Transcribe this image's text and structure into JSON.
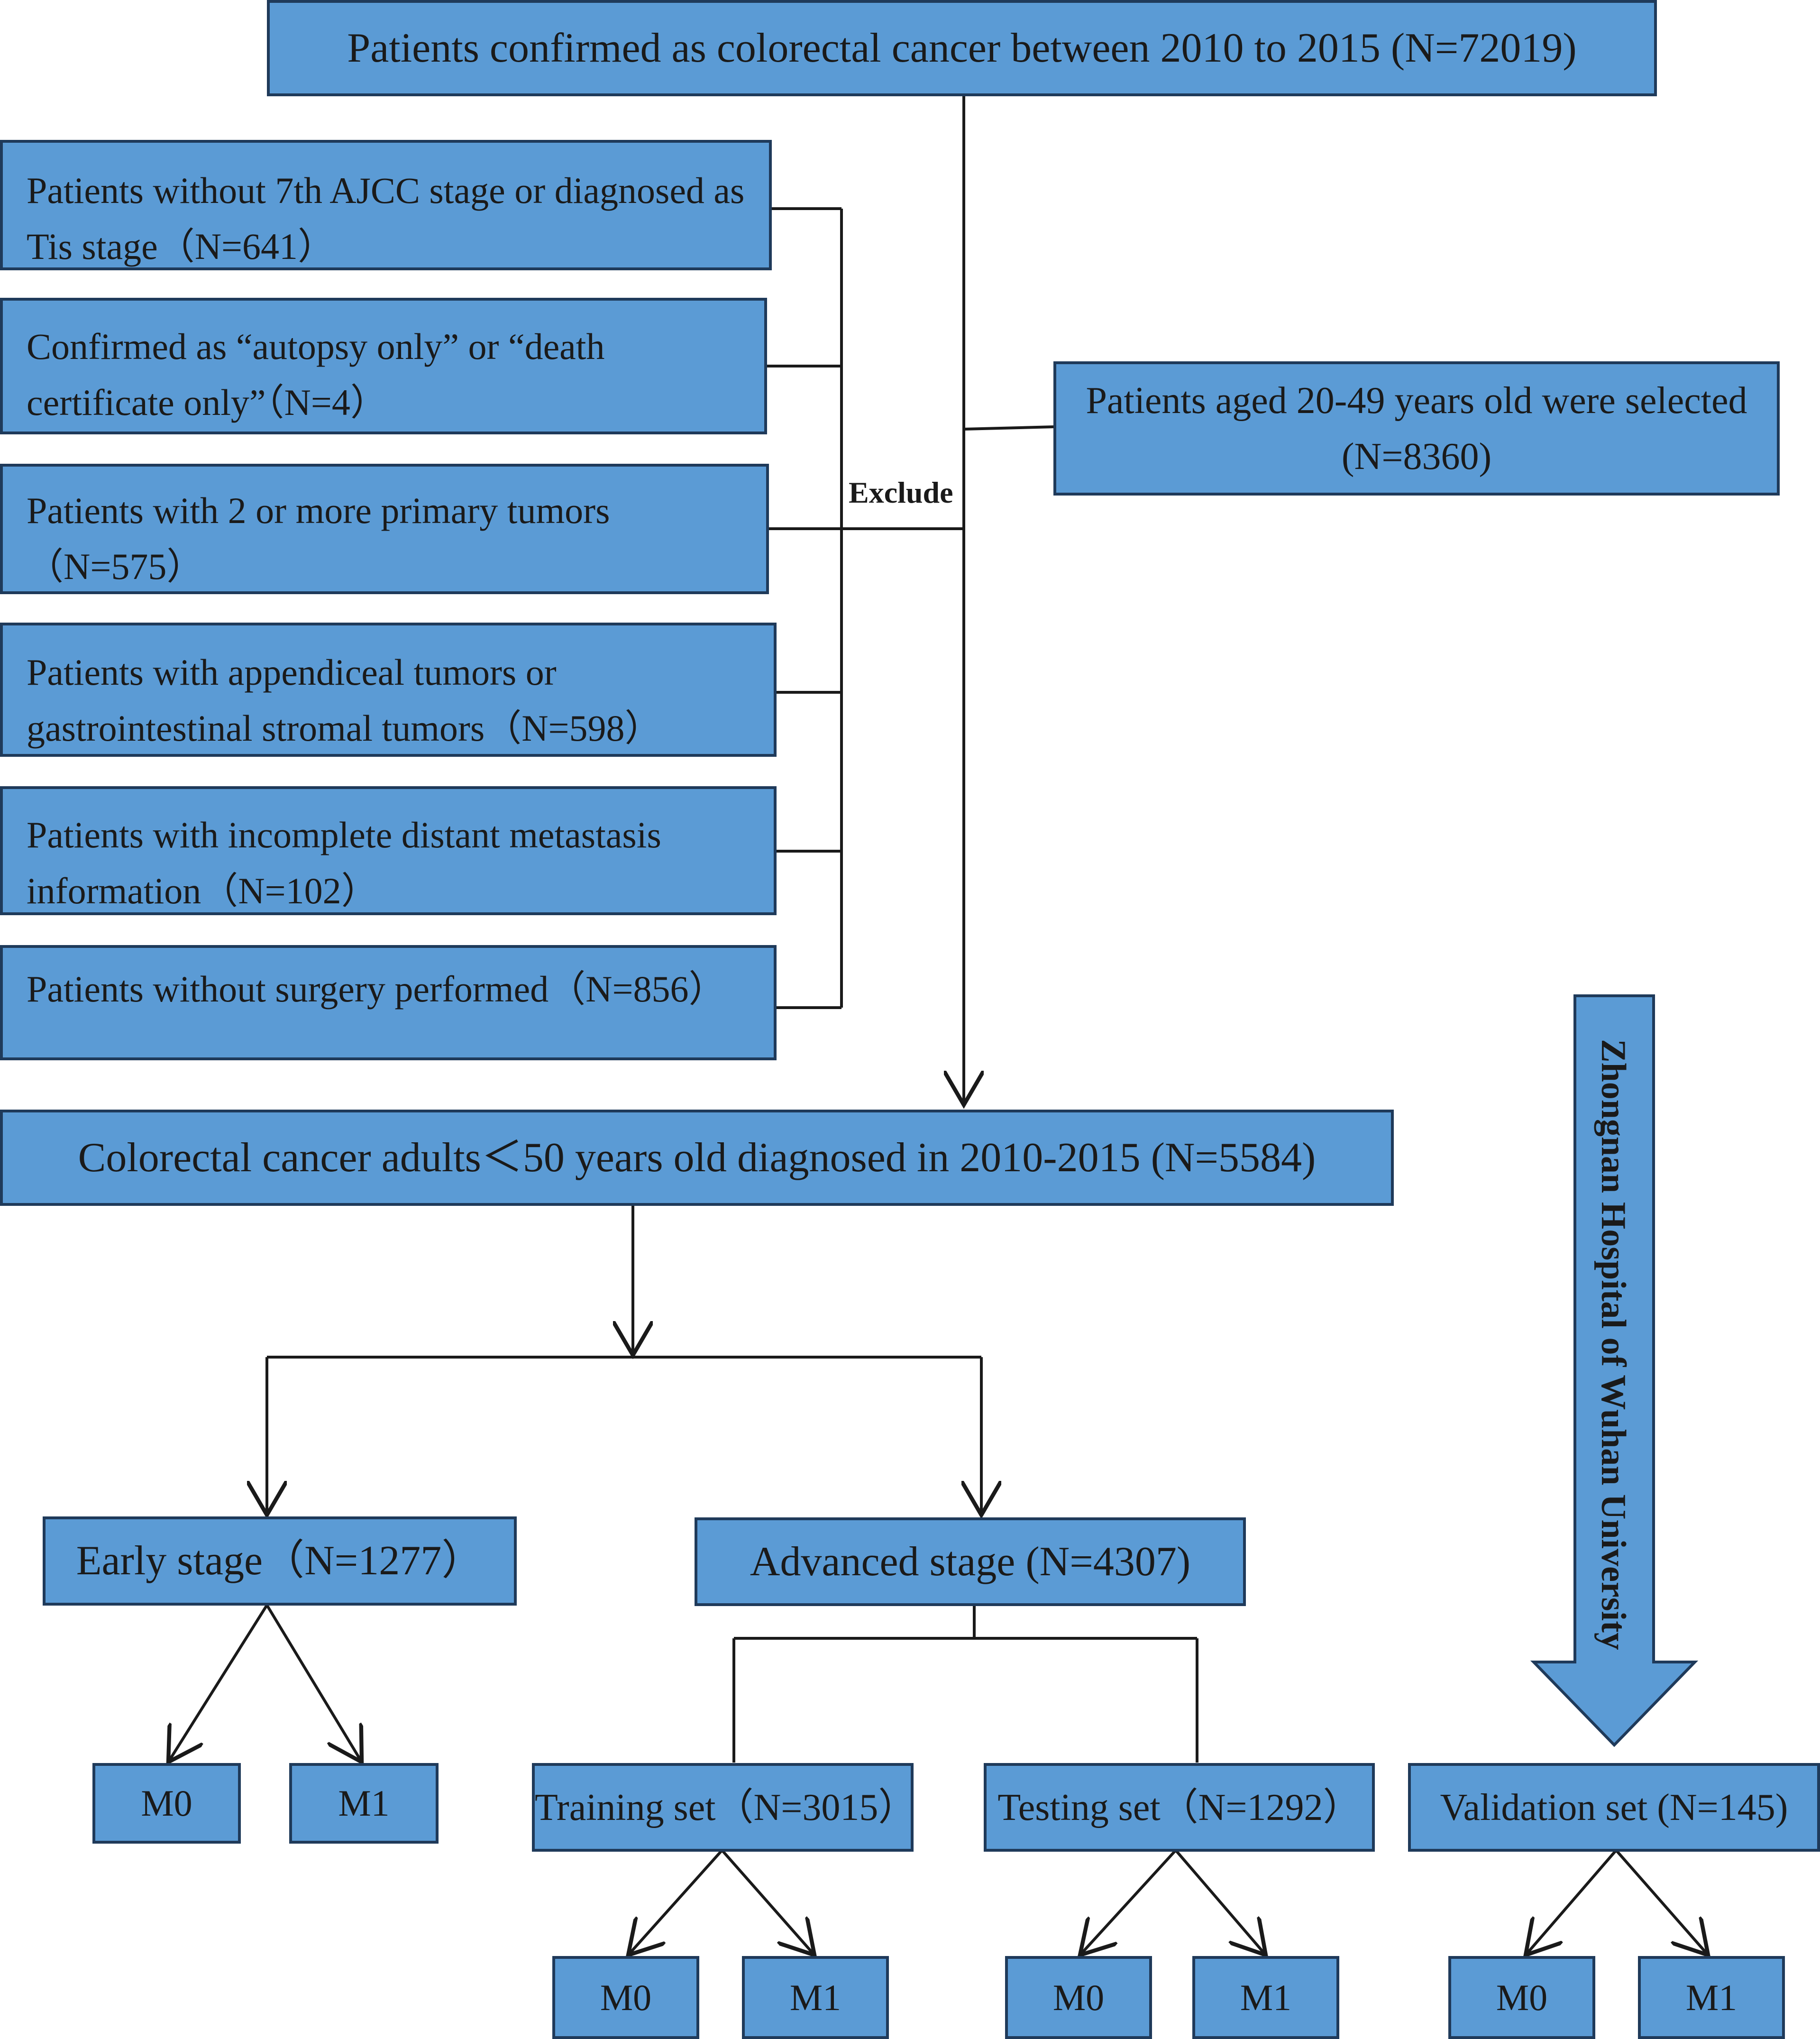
{
  "top": {
    "label": "Patients confirmed as colorectal cancer between 2010 to 2015 (N=72019)"
  },
  "exclusions": {
    "label": "Exclude",
    "items": [
      {
        "label": "Patients without 7th AJCC stage or diagnosed as Tis stage（N=641）"
      },
      {
        "label": "Confirmed as “autopsy only” or “death certificate only”（N=4）"
      },
      {
        "label": "Patients with 2 or more primary tumors （N=575）"
      },
      {
        "label": "Patients with appendiceal tumors or gastrointestinal stromal tumors（N=598）"
      },
      {
        "label": "Patients with incomplete distant metastasis information（N=102）"
      },
      {
        "label": "Patients without surgery performed（N=856）"
      }
    ]
  },
  "selection": {
    "label": "Patients aged 20-49 years old were selected (N=8360)"
  },
  "cohort": {
    "label": "Colorectal cancer adults＜50 years old diagnosed in 2010-2015 (N=5584)"
  },
  "early": {
    "label": "Early stage（N=1277）",
    "m0": "M0",
    "m1": "M1"
  },
  "advanced": {
    "label": "Advanced stage (N=4307)"
  },
  "training": {
    "label": "Training set（N=3015）",
    "m0": "M0",
    "m1": "M1"
  },
  "testing": {
    "label": "Testing set（N=1292）",
    "m0": "M0",
    "m1": "M1"
  },
  "validation": {
    "source": "Zhongnan Hospital of Wuhan University",
    "label": "Validation set (N=145)",
    "m0": "M0",
    "m1": "M1"
  },
  "colors": {
    "box_fill": "#5b9bd5",
    "box_border": "#1f3a5a",
    "line": "#1a1a1a"
  }
}
